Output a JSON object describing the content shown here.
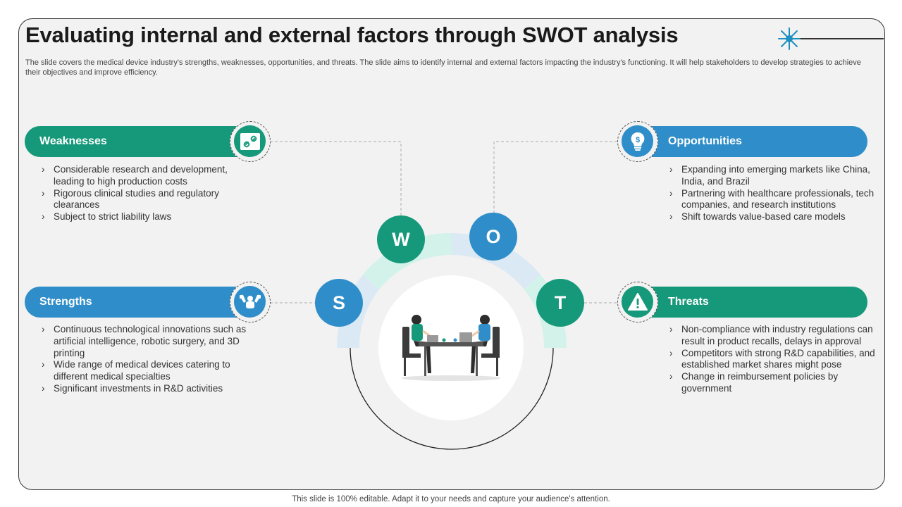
{
  "title": "Evaluating internal and external factors through SWOT analysis",
  "subtitle": "The slide covers the medical device industry's strengths, weaknesses, opportunities, and threats. The slide aims to identify internal and external factors impacting the industry's functioning. It will help stakeholders to develop strategies to achieve their objectives and improve efficiency.",
  "footer": "This slide is 100% editable. Adapt it to your needs and capture your audience's attention.",
  "colors": {
    "green": "#16997a",
    "blue": "#2f8ec9",
    "light_green": "#d3f2ea",
    "light_blue": "#dbe9f5"
  },
  "letters": {
    "s": "S",
    "w": "W",
    "o": "O",
    "t": "T"
  },
  "weaknesses": {
    "label": "Weaknesses",
    "icon": "broken-link-icon",
    "items": [
      "Considerable research and development, leading to high production costs",
      "Rigorous clinical studies and regulatory clearances",
      "Subject to strict liability laws"
    ]
  },
  "strengths": {
    "label": "Strengths",
    "icon": "strong-arms-icon",
    "items": [
      "Continuous technological innovations such as artificial intelligence, robotic surgery, and 3D printing",
      "Wide range of medical devices catering to different medical specialties",
      "Significant investments in R&D activities"
    ]
  },
  "opportunities": {
    "label": "Opportunities",
    "icon": "lightbulb-dollar-icon",
    "items": [
      "Expanding into emerging markets like China, India, and Brazil",
      "Partnering with healthcare professionals, tech companies, and research institutions",
      "Shift towards value-based care models"
    ]
  },
  "threats": {
    "label": "Threats",
    "icon": "warning-icon",
    "items": [
      "Non-compliance with industry regulations can result in product recalls, delays in approval",
      "Competitors with strong R&D capabilities, and established market shares might pose",
      "Change in reimbursement policies by government"
    ]
  },
  "center_illustration": "two-people-meeting-at-table"
}
